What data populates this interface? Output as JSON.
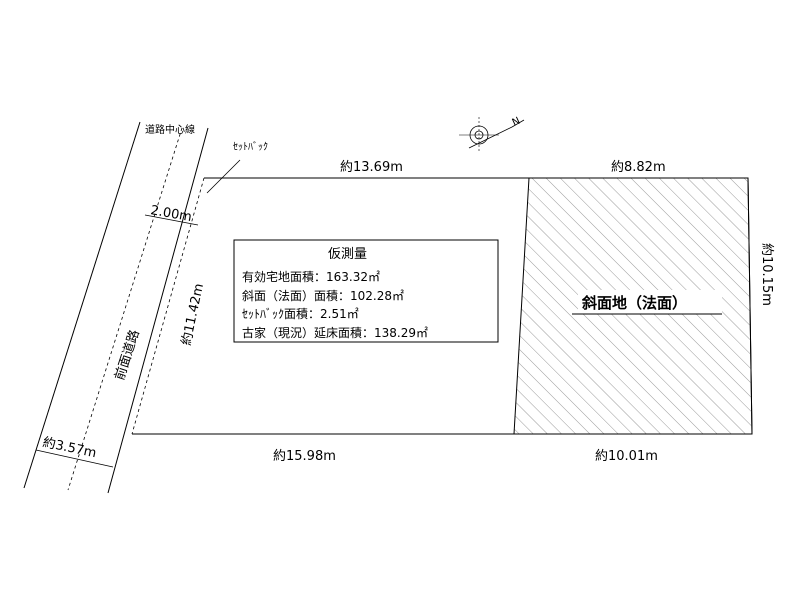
{
  "road": {
    "centerline_label": "道路中心線",
    "name": "前面道路",
    "width": "約3.57m",
    "half_width": "2.00m"
  },
  "setback_label": "ｾｯﾄﾊﾞｯｸ",
  "north_mark": "N",
  "dimensions": {
    "top_left": "約13.69m",
    "top_right": "約8.82m",
    "bottom_left": "約15.98m",
    "bottom_right": "約10.01m",
    "left": "約11.42m",
    "right": "約10.15m"
  },
  "info_box": {
    "title": "仮測量",
    "line1": "有効宅地面積：163.32㎡",
    "line2": "斜面（法面）面積：102.28㎡",
    "line3": "ｾｯﾄﾊﾞｯｸ面積：2.51㎡",
    "line4": "古家（現況）延床面積：138.29㎡"
  },
  "slope_label": "斜面地（法面）",
  "colors": {
    "line": "#000000",
    "hatch": "#9a9a9a",
    "background": "#ffffff"
  }
}
